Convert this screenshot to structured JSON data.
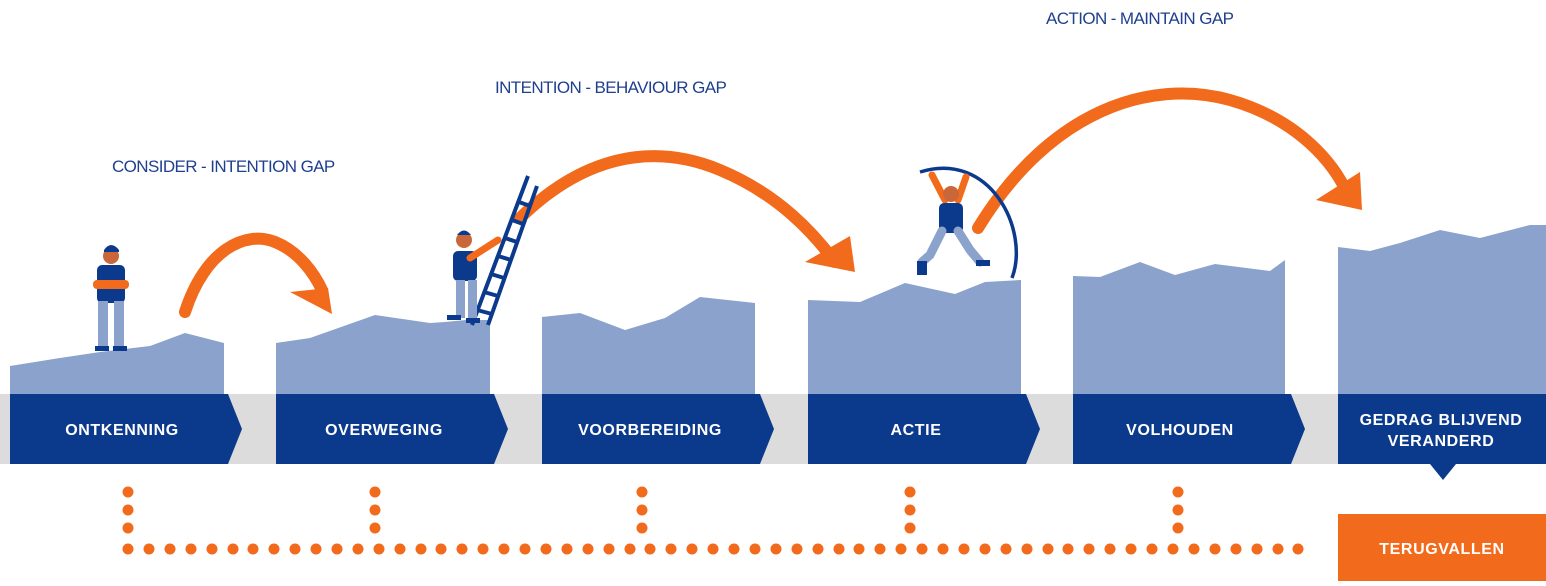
{
  "colors": {
    "stage_blue": "#0b3a8c",
    "terrain_blue": "#8aa2cc",
    "arrow_orange": "#f26a1b",
    "band_grey": "#dcdcdc",
    "gap_label_blue": "#1f3f8f"
  },
  "gaps": [
    {
      "label": "CONSIDER - INTENTION GAP"
    },
    {
      "label": "INTENTION - BEHAVIOUR GAP"
    },
    {
      "label": "ACTION - MAINTAIN GAP"
    }
  ],
  "stages": [
    {
      "lines": [
        "ONTKENNING"
      ]
    },
    {
      "lines": [
        "OVERWEGING"
      ]
    },
    {
      "lines": [
        "VOORBEREIDING"
      ]
    },
    {
      "lines": [
        "ACTIE"
      ]
    },
    {
      "lines": [
        "VOLHOUDEN"
      ]
    },
    {
      "lines": [
        "GEDRAG BLIJVEND",
        "VERANDERD"
      ]
    }
  ],
  "relapse": {
    "label": "TERUGVALLEN"
  },
  "icons": [
    "person-arms-crossed-icon",
    "person-on-ladder-icon",
    "person-pole-vault-icon",
    "curved-arrow-icon"
  ]
}
